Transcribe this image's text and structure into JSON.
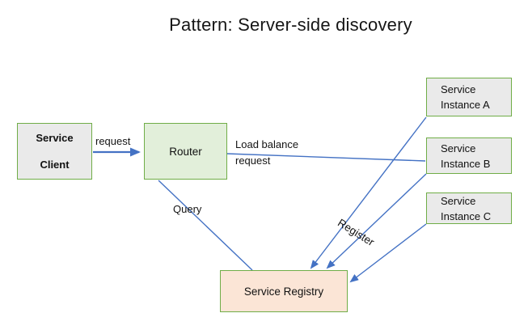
{
  "title": "Pattern: Server-side discovery",
  "colors": {
    "box_border_green": "#70ad47",
    "arrow_blue": "#4472c4",
    "gray_fill": "#eaeaea",
    "router_green_fill": "#e2efda",
    "registry_peach_fill": "#fbe5d6",
    "text": "#111111",
    "background": "#ffffff"
  },
  "nodes": {
    "service_client": {
      "line1": "Service",
      "line2": "Client"
    },
    "router": {
      "label": "Router"
    },
    "instance_a": {
      "line1": "Service",
      "line2": "Instance A"
    },
    "instance_b": {
      "line1": "Service",
      "line2": "Instance B"
    },
    "instance_c": {
      "line1": "Service",
      "line2": "Instance C"
    },
    "service_registry": {
      "label": "Service Registry"
    }
  },
  "edges": {
    "request": {
      "label": "request",
      "from": "service_client",
      "to": "router",
      "arrowhead": true
    },
    "load_balance": {
      "label_line1": "Load balance",
      "label_line2": "request",
      "from": "router",
      "to": "instance_b",
      "arrowhead": false
    },
    "query": {
      "label": "Query",
      "from": "router",
      "to": "service_registry",
      "arrowhead": false
    },
    "register_a": {
      "label": "Register",
      "from": "instance_a",
      "to": "service_registry",
      "arrowhead": true
    },
    "register_b": {
      "label": "Register",
      "from": "instance_b",
      "to": "service_registry",
      "arrowhead": true
    },
    "register_c": {
      "label": "Register",
      "from": "instance_c",
      "to": "service_registry",
      "arrowhead": true
    }
  }
}
